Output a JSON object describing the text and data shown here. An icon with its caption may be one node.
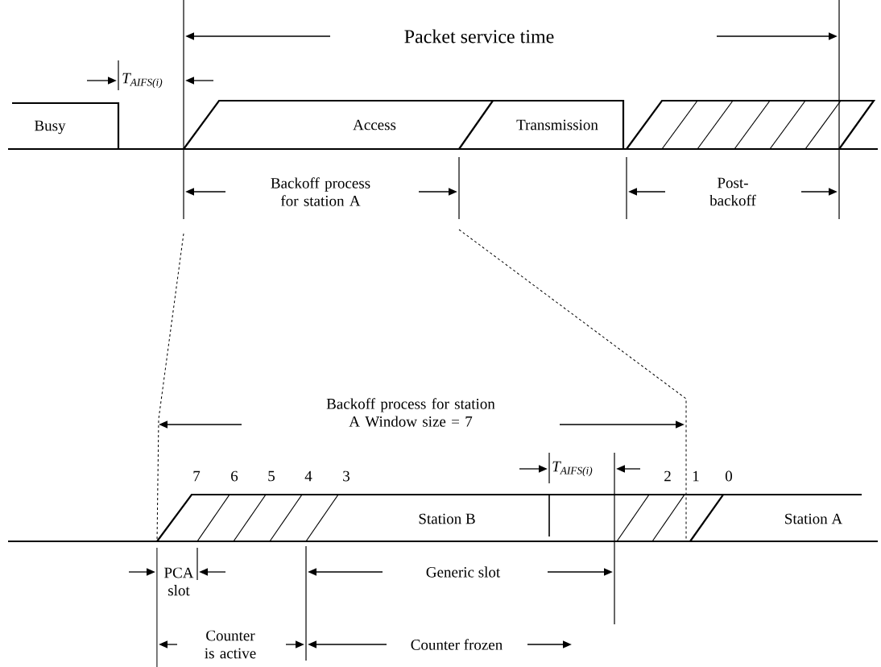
{
  "diagram": {
    "labels": [
      "Packet service time",
      "T$_{AIFS(i)}$",
      "Busy",
      "Access",
      "Transmission",
      "Backoff process for station A",
      "Post-backoff",
      "Backoff process for station A Window size = 7",
      "7",
      "6",
      "5",
      "4",
      "3",
      "T$_{AIFS(i)}$",
      "2",
      "1",
      "0",
      "Station B",
      "Station A",
      "PCA slot",
      "Generic slot",
      "Counter is active",
      "Counter frozen"
    ]
  }
}
